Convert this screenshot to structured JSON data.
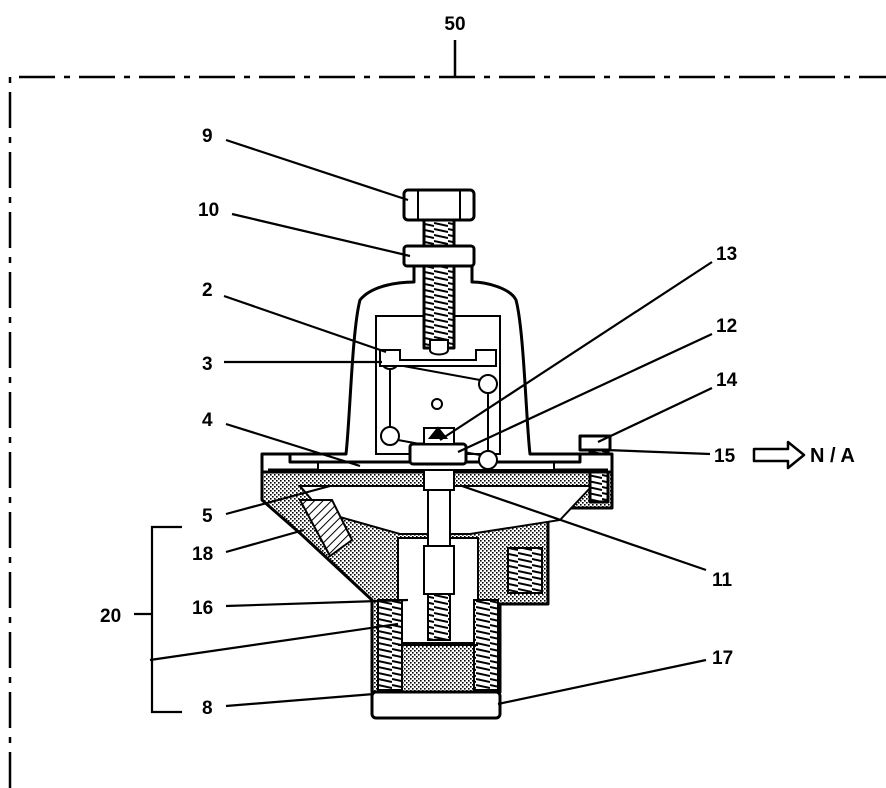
{
  "assembly": {
    "number": "50"
  },
  "callouts": {
    "c9": "9",
    "c10": "10",
    "c2": "2",
    "c3": "3",
    "c4": "4",
    "c5": "5",
    "c18": "18",
    "c20": "20",
    "c16": "16",
    "c8": "8",
    "c13": "13",
    "c12": "12",
    "c14": "14",
    "c15": "15",
    "c11": "11",
    "c17": "17"
  },
  "note": {
    "text": "N / A"
  },
  "icons": {
    "arrow": "outline-right-arrow-icon"
  }
}
